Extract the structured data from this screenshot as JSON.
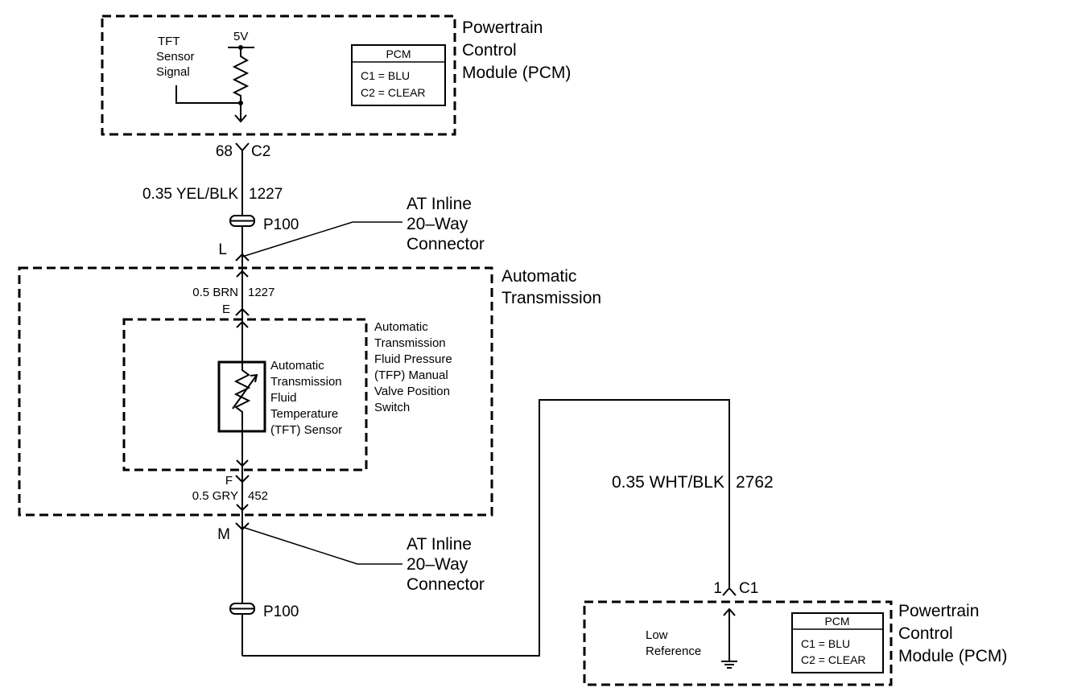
{
  "pcm_top": {
    "title_lines": [
      "Powertrain",
      "Control",
      "Module (PCM)"
    ],
    "pin": "68",
    "connector": "C2",
    "signal_label_lines": [
      "TFT",
      "Sensor",
      "Signal"
    ],
    "voltage": "5V",
    "legend": {
      "header": "PCM",
      "row1": "C1 = BLU",
      "row2": "C2 = CLEAR"
    }
  },
  "wire_upper": {
    "gauge_color": "0.35 YEL/BLK",
    "circuit": "1227"
  },
  "splice_upper": {
    "label": "P100"
  },
  "inline_connector_upper": {
    "label_lines": [
      "AT Inline",
      "20–Way",
      "Connector"
    ],
    "pin": "L"
  },
  "transmission": {
    "title_lines": [
      "Automatic",
      "Transmission"
    ],
    "wire_internal_upper": {
      "gauge_color": "0.5 BRN",
      "circuit": "1227",
      "pin": "E"
    },
    "wire_internal_lower": {
      "gauge_color": "0.5 GRY",
      "circuit": "452",
      "pin": "F"
    },
    "tfp_switch_label_lines": [
      "Automatic",
      "Transmission",
      "Fluid Pressure",
      "(TFP) Manual",
      "Valve Position",
      "Switch"
    ],
    "tft_sensor_label_lines": [
      "Automatic",
      "Transmission",
      "Fluid",
      "Temperature",
      "(TFT) Sensor"
    ]
  },
  "inline_connector_lower": {
    "label_lines": [
      "AT Inline",
      "20–Way",
      "Connector"
    ],
    "pin": "M"
  },
  "splice_lower": {
    "label": "P100"
  },
  "wire_return": {
    "gauge_color": "0.35 WHT/BLK",
    "circuit": "2762"
  },
  "pcm_bottom": {
    "title_lines": [
      "Powertrain",
      "Control",
      "Module (PCM)"
    ],
    "pin": "1",
    "connector": "C1",
    "low_ref_lines": [
      "Low",
      "Reference"
    ],
    "legend": {
      "header": "PCM",
      "row1": "C1 = BLU",
      "row2": "C2 = CLEAR"
    }
  }
}
